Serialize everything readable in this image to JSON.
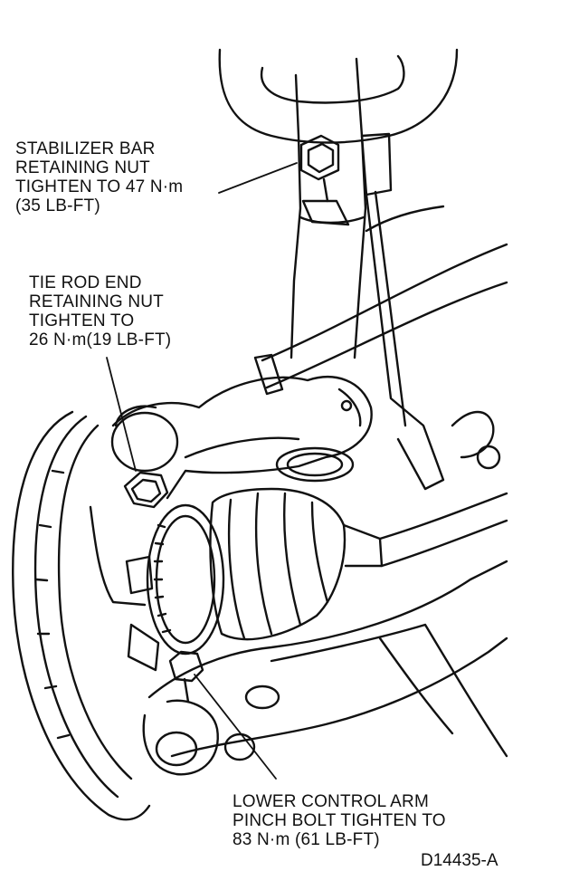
{
  "callouts": {
    "stabilizer_nut": {
      "lines": [
        "STABILIZER BAR",
        "RETAINING NUT",
        "TIGHTEN TO 47 N·m",
        "(35 LB-FT)"
      ]
    },
    "tie_rod_nut": {
      "lines": [
        "TIE ROD END",
        "RETAINING NUT",
        "TIGHTEN TO",
        "26 N·m(19 LB-FT)"
      ]
    },
    "pinch_bolt": {
      "lines": [
        "LOWER CONTROL ARM",
        "PINCH BOLT TIGHTEN TO",
        "83 N·m (61 LB-FT)"
      ]
    }
  },
  "figure_id": "D14435-A",
  "colors": {
    "ink": "#111111",
    "paper": "#ffffff"
  }
}
